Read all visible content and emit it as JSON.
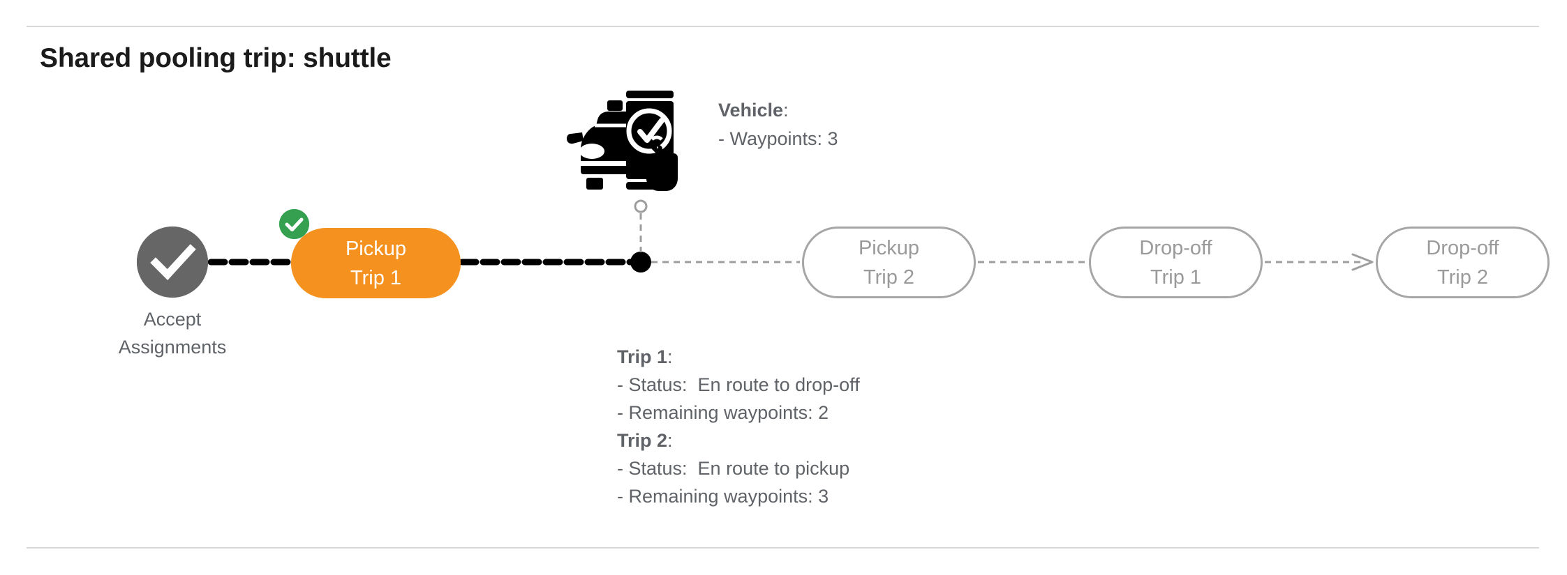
{
  "title": "Shared pooling trip: shuttle",
  "colors": {
    "active_pill": "#f5911e",
    "badge_green": "#34a050",
    "accept_circle": "#666666",
    "pending_stroke": "#a6a6a6",
    "pending_text": "#9a9a9a",
    "body_text": "#5f6368",
    "rule": "#d9d9d9"
  },
  "nodes": {
    "accept": {
      "icon": "check-circle-icon",
      "label_line1": "Accept",
      "label_line2": "Assignments"
    },
    "active": {
      "icon": "check-badge-icon",
      "label_line1": "Pickup",
      "label_line2": "Trip 1"
    },
    "pending": [
      {
        "label_line1": "Pickup",
        "label_line2": "Trip 2"
      },
      {
        "label_line1": "Drop-off",
        "label_line2": "Trip 1"
      },
      {
        "label_line1": "Drop-off",
        "label_line2": "Trip 2"
      }
    ]
  },
  "vehicle": {
    "icon": "car-phone-check-icon",
    "heading": "Vehicle",
    "heading_suffix": ":",
    "waypoints_line": "- Waypoints: 3"
  },
  "trips": [
    {
      "heading": "Trip 1",
      "heading_suffix": ":",
      "status_line": "- Status:  En route to drop-off",
      "waypoints_line": "- Remaining waypoints: 2"
    },
    {
      "heading": "Trip 2",
      "heading_suffix": ":",
      "status_line": "- Status:  En route to pickup",
      "waypoints_line": "- Remaining waypoints: 3"
    }
  ],
  "chart_data": {
    "type": "table",
    "title": "Shared pooling trip: shuttle",
    "steps": [
      {
        "name": "Accept Assignments",
        "state": "completed"
      },
      {
        "name": "Pickup Trip 1",
        "state": "active"
      },
      {
        "name": "Pickup Trip 2",
        "state": "pending"
      },
      {
        "name": "Drop-off Trip 1",
        "state": "pending"
      },
      {
        "name": "Drop-off Trip 2",
        "state": "pending"
      }
    ],
    "vehicle_waypoints": 3,
    "trip_1_status": "En route to drop-off",
    "trip_1_remaining_waypoints": 2,
    "trip_2_status": "En route to pickup",
    "trip_2_remaining_waypoints": 3
  }
}
